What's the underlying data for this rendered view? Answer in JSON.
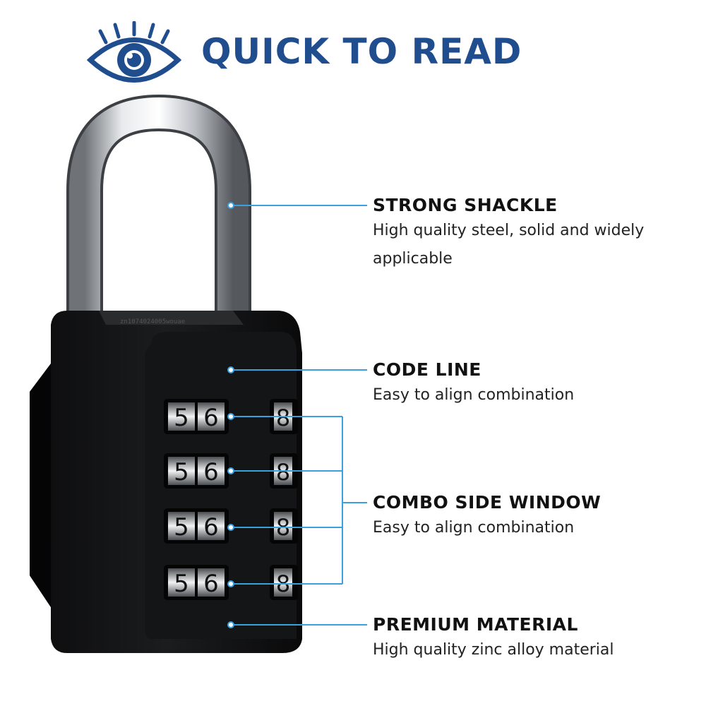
{
  "header": {
    "title": "QUICK TO READ",
    "icon": "eye-icon",
    "accent_color": "#1f4d8e"
  },
  "lock": {
    "dial_digits_left": [
      "5",
      "6"
    ],
    "dial_digit_side": "8",
    "serial_text": "zn1074024005wouae"
  },
  "features": [
    {
      "title": "STRONG SHACKLE",
      "description": "High quality steel, solid and widely applicable"
    },
    {
      "title": "CODE LINE",
      "description": "Easy to align combination"
    },
    {
      "title": "COMBO SIDE WINDOW",
      "description": "Easy to align combination"
    },
    {
      "title": "PREMIUM MATERIAL",
      "description": "High quality zinc alloy material"
    }
  ],
  "callout_color": "#3aa0e0"
}
